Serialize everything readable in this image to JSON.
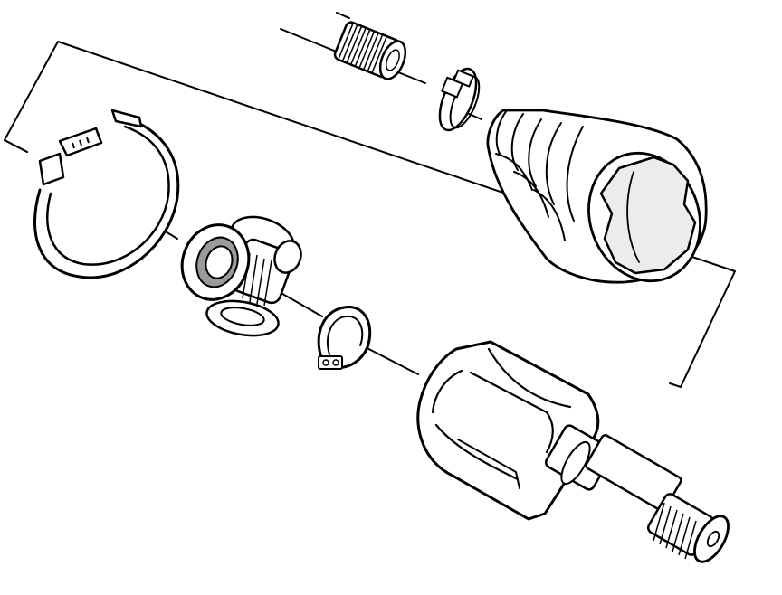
{
  "diagram": {
    "kind": "exploded-assembly",
    "colors": {
      "ink": "#000000",
      "paper": "#ffffff",
      "fill_light": "#ececec",
      "fill_dark": "#9a9a9a"
    },
    "parts": [
      {
        "id": "axle-shaft",
        "icon": "shaft-icon"
      },
      {
        "id": "boot-clamp-small",
        "icon": "clamp-icon"
      },
      {
        "id": "cv-boot",
        "icon": "bellows-boot-icon"
      },
      {
        "id": "boot-clamp-large",
        "icon": "band-clamp-icon"
      },
      {
        "id": "tripod-bearing",
        "icon": "tripod-icon"
      },
      {
        "id": "snap-ring",
        "icon": "circlip-icon"
      },
      {
        "id": "joint-housing",
        "icon": "housing-icon"
      }
    ]
  }
}
